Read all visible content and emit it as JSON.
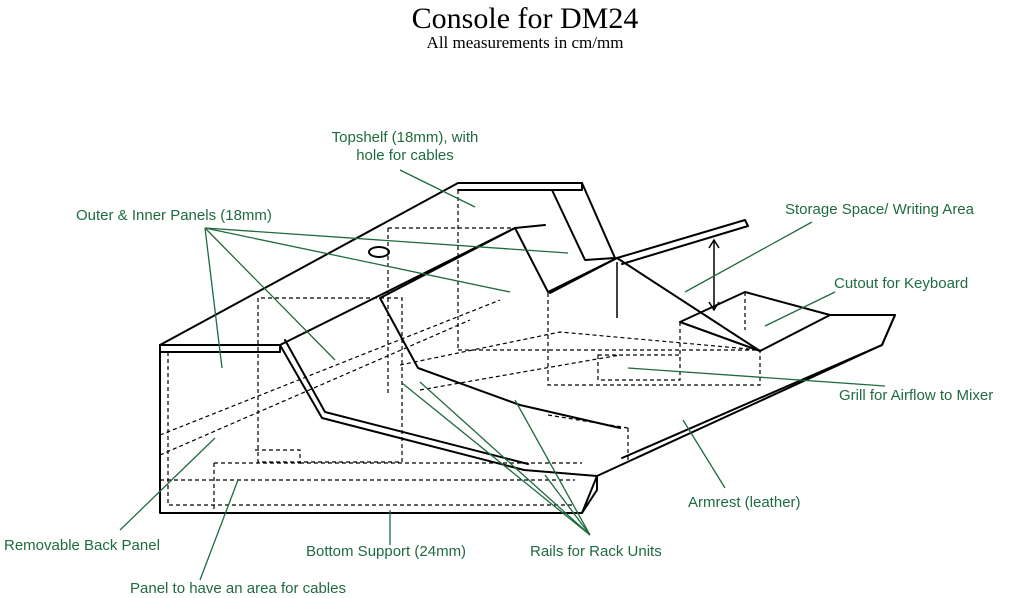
{
  "title": "Console for DM24",
  "subtitle": "All measurements in cm/mm",
  "labels": {
    "topshelf_line1": "Topshelf (18mm), with",
    "topshelf_line2": "hole for cables",
    "outer_inner_panels": "Outer & Inner Panels (18mm)",
    "storage_space": "Storage Space/ Writing Area",
    "cutout_keyboard": "Cutout for Keyboard",
    "grill_airflow": "Grill for Airflow to Mixer",
    "armrest": "Armrest (leather)",
    "removable_back_panel": "Removable Back Panel",
    "bottom_support": "Bottom Support (24mm)",
    "rails_rack_units": "Rails for Rack Units",
    "panel_cables": "Panel to have an area for cables"
  },
  "colors": {
    "label": "#1f6b3e",
    "line": "#000000",
    "background": "#ffffff"
  }
}
